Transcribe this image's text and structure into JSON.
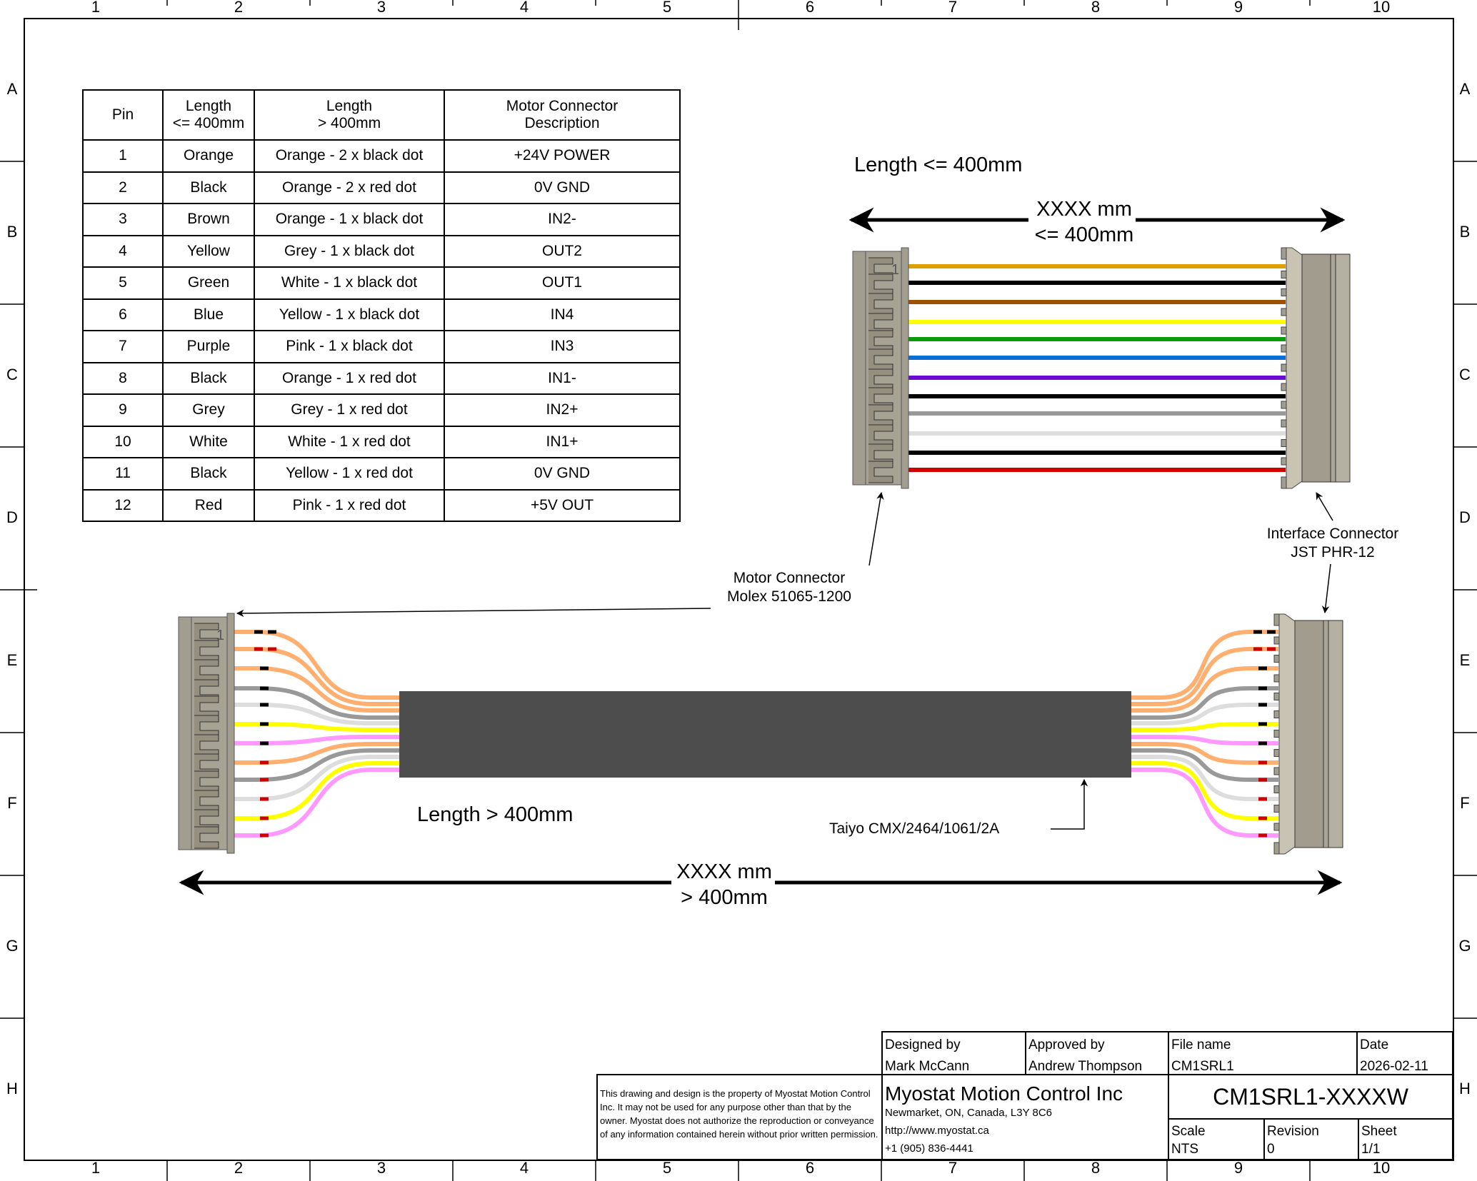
{
  "zones": {
    "columns": [
      "1",
      "2",
      "3",
      "4",
      "5",
      "6",
      "7",
      "8",
      "9",
      "10"
    ],
    "rows": [
      "A",
      "B",
      "C",
      "D",
      "E",
      "F",
      "G",
      "H"
    ]
  },
  "pin_table": {
    "headers": [
      "Pin",
      "Length\n<= 400mm",
      "Length\n> 400mm",
      "Motor Connector\nDescription"
    ],
    "rows": [
      [
        "1",
        "Orange",
        "Orange - 2 x black dot",
        "+24V POWER"
      ],
      [
        "2",
        "Black",
        "Orange - 2 x red dot",
        "0V GND"
      ],
      [
        "3",
        "Brown",
        "Orange - 1 x black dot",
        "IN2-"
      ],
      [
        "4",
        "Yellow",
        "Grey - 1 x black dot",
        "OUT2"
      ],
      [
        "5",
        "Green",
        "White - 1 x black dot",
        "OUT1"
      ],
      [
        "6",
        "Blue",
        "Yellow - 1 x black dot",
        "IN4"
      ],
      [
        "7",
        "Purple",
        "Pink - 1 x black dot",
        "IN3"
      ],
      [
        "8",
        "Black",
        "Orange - 1 x red dot",
        "IN1-"
      ],
      [
        "9",
        "Grey",
        "Grey - 1 x red dot",
        "IN2+"
      ],
      [
        "10",
        "White",
        "White - 1 x red dot",
        "IN1+"
      ],
      [
        "11",
        "Black",
        "Yellow - 1 x red dot",
        "0V GND"
      ],
      [
        "12",
        "Red",
        "Pink - 1 x red dot",
        "+5V OUT"
      ]
    ]
  },
  "short_cable": {
    "title": "Length <= 400mm",
    "dim_value": "XXXX mm",
    "dim_limit": "<= 400mm",
    "pin1_mark": "1",
    "wire_colors": [
      "#dca000",
      "#000000",
      "#9c5000",
      "#ffff00",
      "#0a9a0a",
      "#0a6ed6",
      "#6a0ad2",
      "#000000",
      "#999999",
      "#dddddd",
      "#000000",
      "#d00000"
    ]
  },
  "long_cable": {
    "title": "Length > 400mm",
    "dim_value": "XXXX mm",
    "dim_limit": "> 400mm",
    "pin1_mark": "1",
    "jacket_label": "Taiyo CMX/2464/1061/2A",
    "jacket_color": "#4d4d4d",
    "wire_colors": [
      "#ffb070",
      "#ffb070",
      "#ffb070",
      "#999999",
      "#dddddd",
      "#ffff00",
      "#ff99ff",
      "#ffb070",
      "#999999",
      "#dddddd",
      "#ffff00",
      "#ff99ff"
    ],
    "dots": [
      [
        "#000",
        "#000"
      ],
      [
        "#c00",
        "#c00"
      ],
      [
        "#000"
      ],
      [
        "#000"
      ],
      [
        "#000"
      ],
      [
        "#000"
      ],
      [
        "#000"
      ],
      [
        "#c00"
      ],
      [
        "#c00"
      ],
      [
        "#c00"
      ],
      [
        "#c00"
      ],
      [
        "#c00"
      ]
    ]
  },
  "callouts": {
    "motor_connector": [
      "Motor Connector",
      "Molex 51065-1200"
    ],
    "interface_connector": [
      "Interface Connector",
      "JST PHR-12"
    ]
  },
  "title_block": {
    "designed_by_label": "Designed by",
    "designed_by": "Mark McCann",
    "approved_by_label": "Approved by",
    "approved_by": "Andrew Thompson",
    "file_name_label": "File name",
    "file_name": "CM1SRL1",
    "date_label": "Date",
    "date": "2026-02-11",
    "disclaimer": "This drawing and design is the property of Myostat Motion Control Inc. It may not be used for any purpose other than that by the owner. Myostat does not authorize the reproduction or conveyance of any information contained herein without prior written permission.",
    "company": "Myostat Motion Control Inc",
    "address": "Newmarket, ON, Canada, L3Y 8C6",
    "website": "http://www.myostat.ca",
    "phone": "+1 (905) 836-4441",
    "part_number": "CM1SRL1-XXXXW",
    "scale_label": "Scale",
    "scale": "NTS",
    "revision_label": "Revision",
    "revision": "0",
    "sheet_label": "Sheet",
    "sheet": "1/1"
  }
}
